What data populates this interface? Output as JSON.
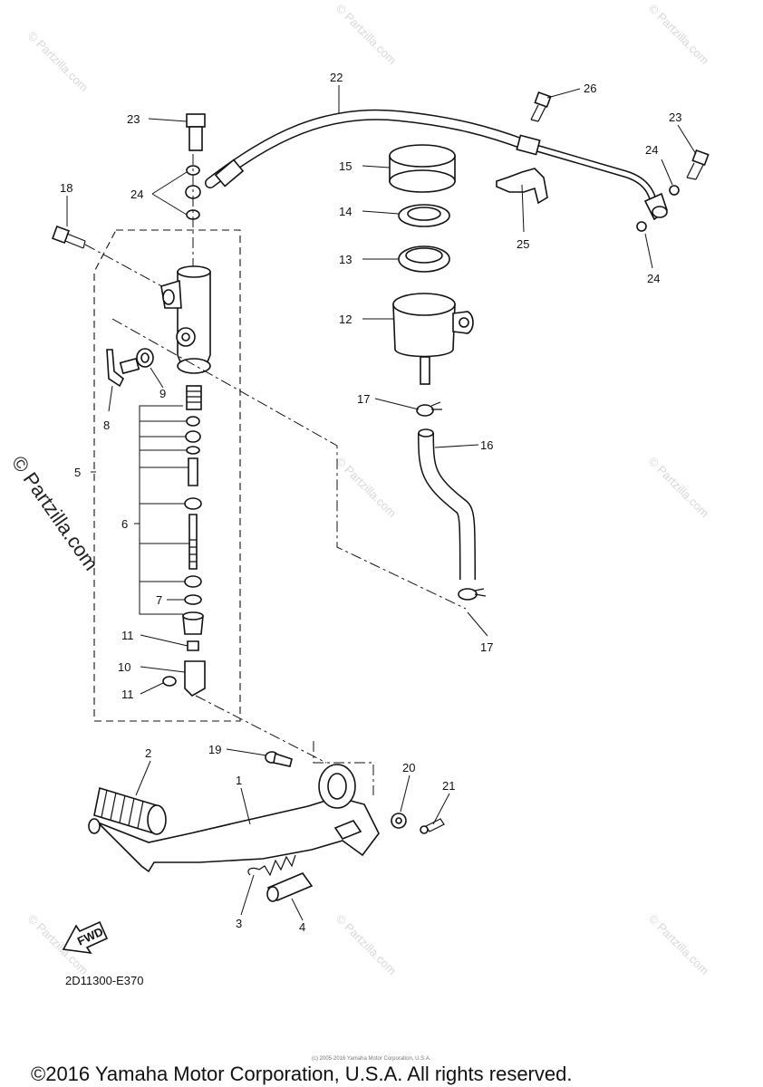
{
  "diagram": {
    "part_labels": {
      "p1": "1",
      "p2": "2",
      "p3": "3",
      "p4": "4",
      "p5": "5",
      "p6": "6",
      "p7": "7",
      "p8": "8",
      "p9": "9",
      "p10": "10",
      "p11a": "11",
      "p11b": "11",
      "p12": "12",
      "p13": "13",
      "p14": "14",
      "p15": "15",
      "p16": "16",
      "p17a": "17",
      "p17b": "17",
      "p18": "18",
      "p19": "19",
      "p20": "20",
      "p21": "21",
      "p22": "22",
      "p23a": "23",
      "p23b": "23",
      "p24a": "24",
      "p24b": "24",
      "p24c": "24",
      "p25": "25",
      "p26": "26"
    },
    "fwd_label": "FWD",
    "diagram_code": "2D11300-E370",
    "watermark": "© Partzilla.com",
    "watermark_side": "© Partzilla.com",
    "small_copyright": "(c) 2005-2016 Yamaha Motor Corporation, U.S.A.",
    "copyright": "©2016 Yamaha Motor Corporation, U.S.A. All rights reserved."
  }
}
